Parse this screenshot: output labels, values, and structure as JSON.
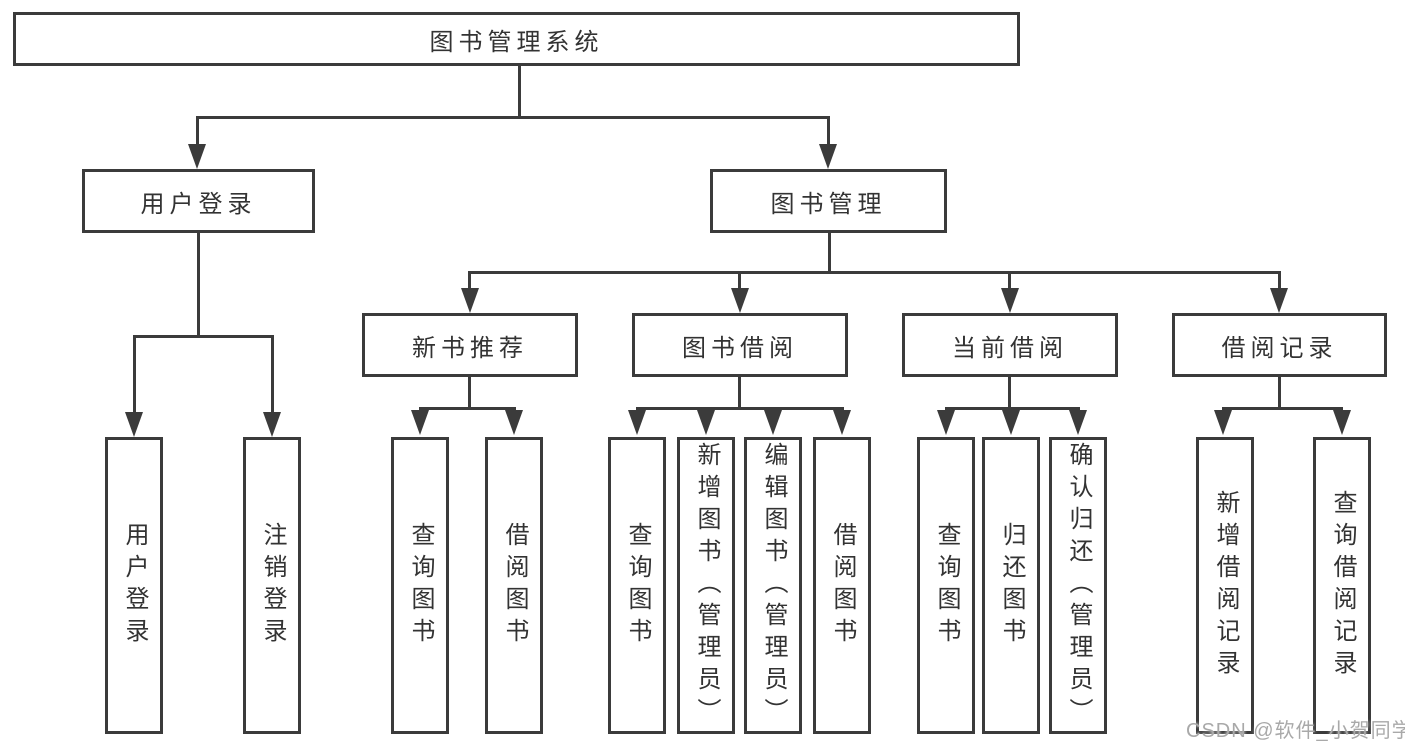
{
  "tree": {
    "root": {
      "label": "图书管理系统",
      "children": [
        {
          "label": "用户登录",
          "children": [
            {
              "label": "用户登录"
            },
            {
              "label": "注销登录"
            }
          ]
        },
        {
          "label": "图书管理",
          "children": [
            {
              "label": "新书推荐",
              "children": [
                {
                  "label": "查询图书"
                },
                {
                  "label": "借阅图书"
                }
              ]
            },
            {
              "label": "图书借阅",
              "children": [
                {
                  "label": "查询图书"
                },
                {
                  "label": "新增图书（管理员）"
                },
                {
                  "label": "编辑图书（管理员）"
                },
                {
                  "label": "借阅图书"
                }
              ]
            },
            {
              "label": "当前借阅",
              "children": [
                {
                  "label": "查询图书"
                },
                {
                  "label": "归还图书"
                },
                {
                  "label": "确认归还（管理员）"
                }
              ]
            },
            {
              "label": "借阅记录",
              "children": [
                {
                  "label": "新增借阅记录"
                },
                {
                  "label": "查询借阅记录"
                }
              ]
            }
          ]
        }
      ]
    }
  },
  "watermark": {
    "text": "CSDN @软件_小贺同学"
  },
  "colors": {
    "line": "#3b3b3b",
    "text": "#333333",
    "watermark": "#a9a9a9",
    "background": "#ffffff"
  }
}
